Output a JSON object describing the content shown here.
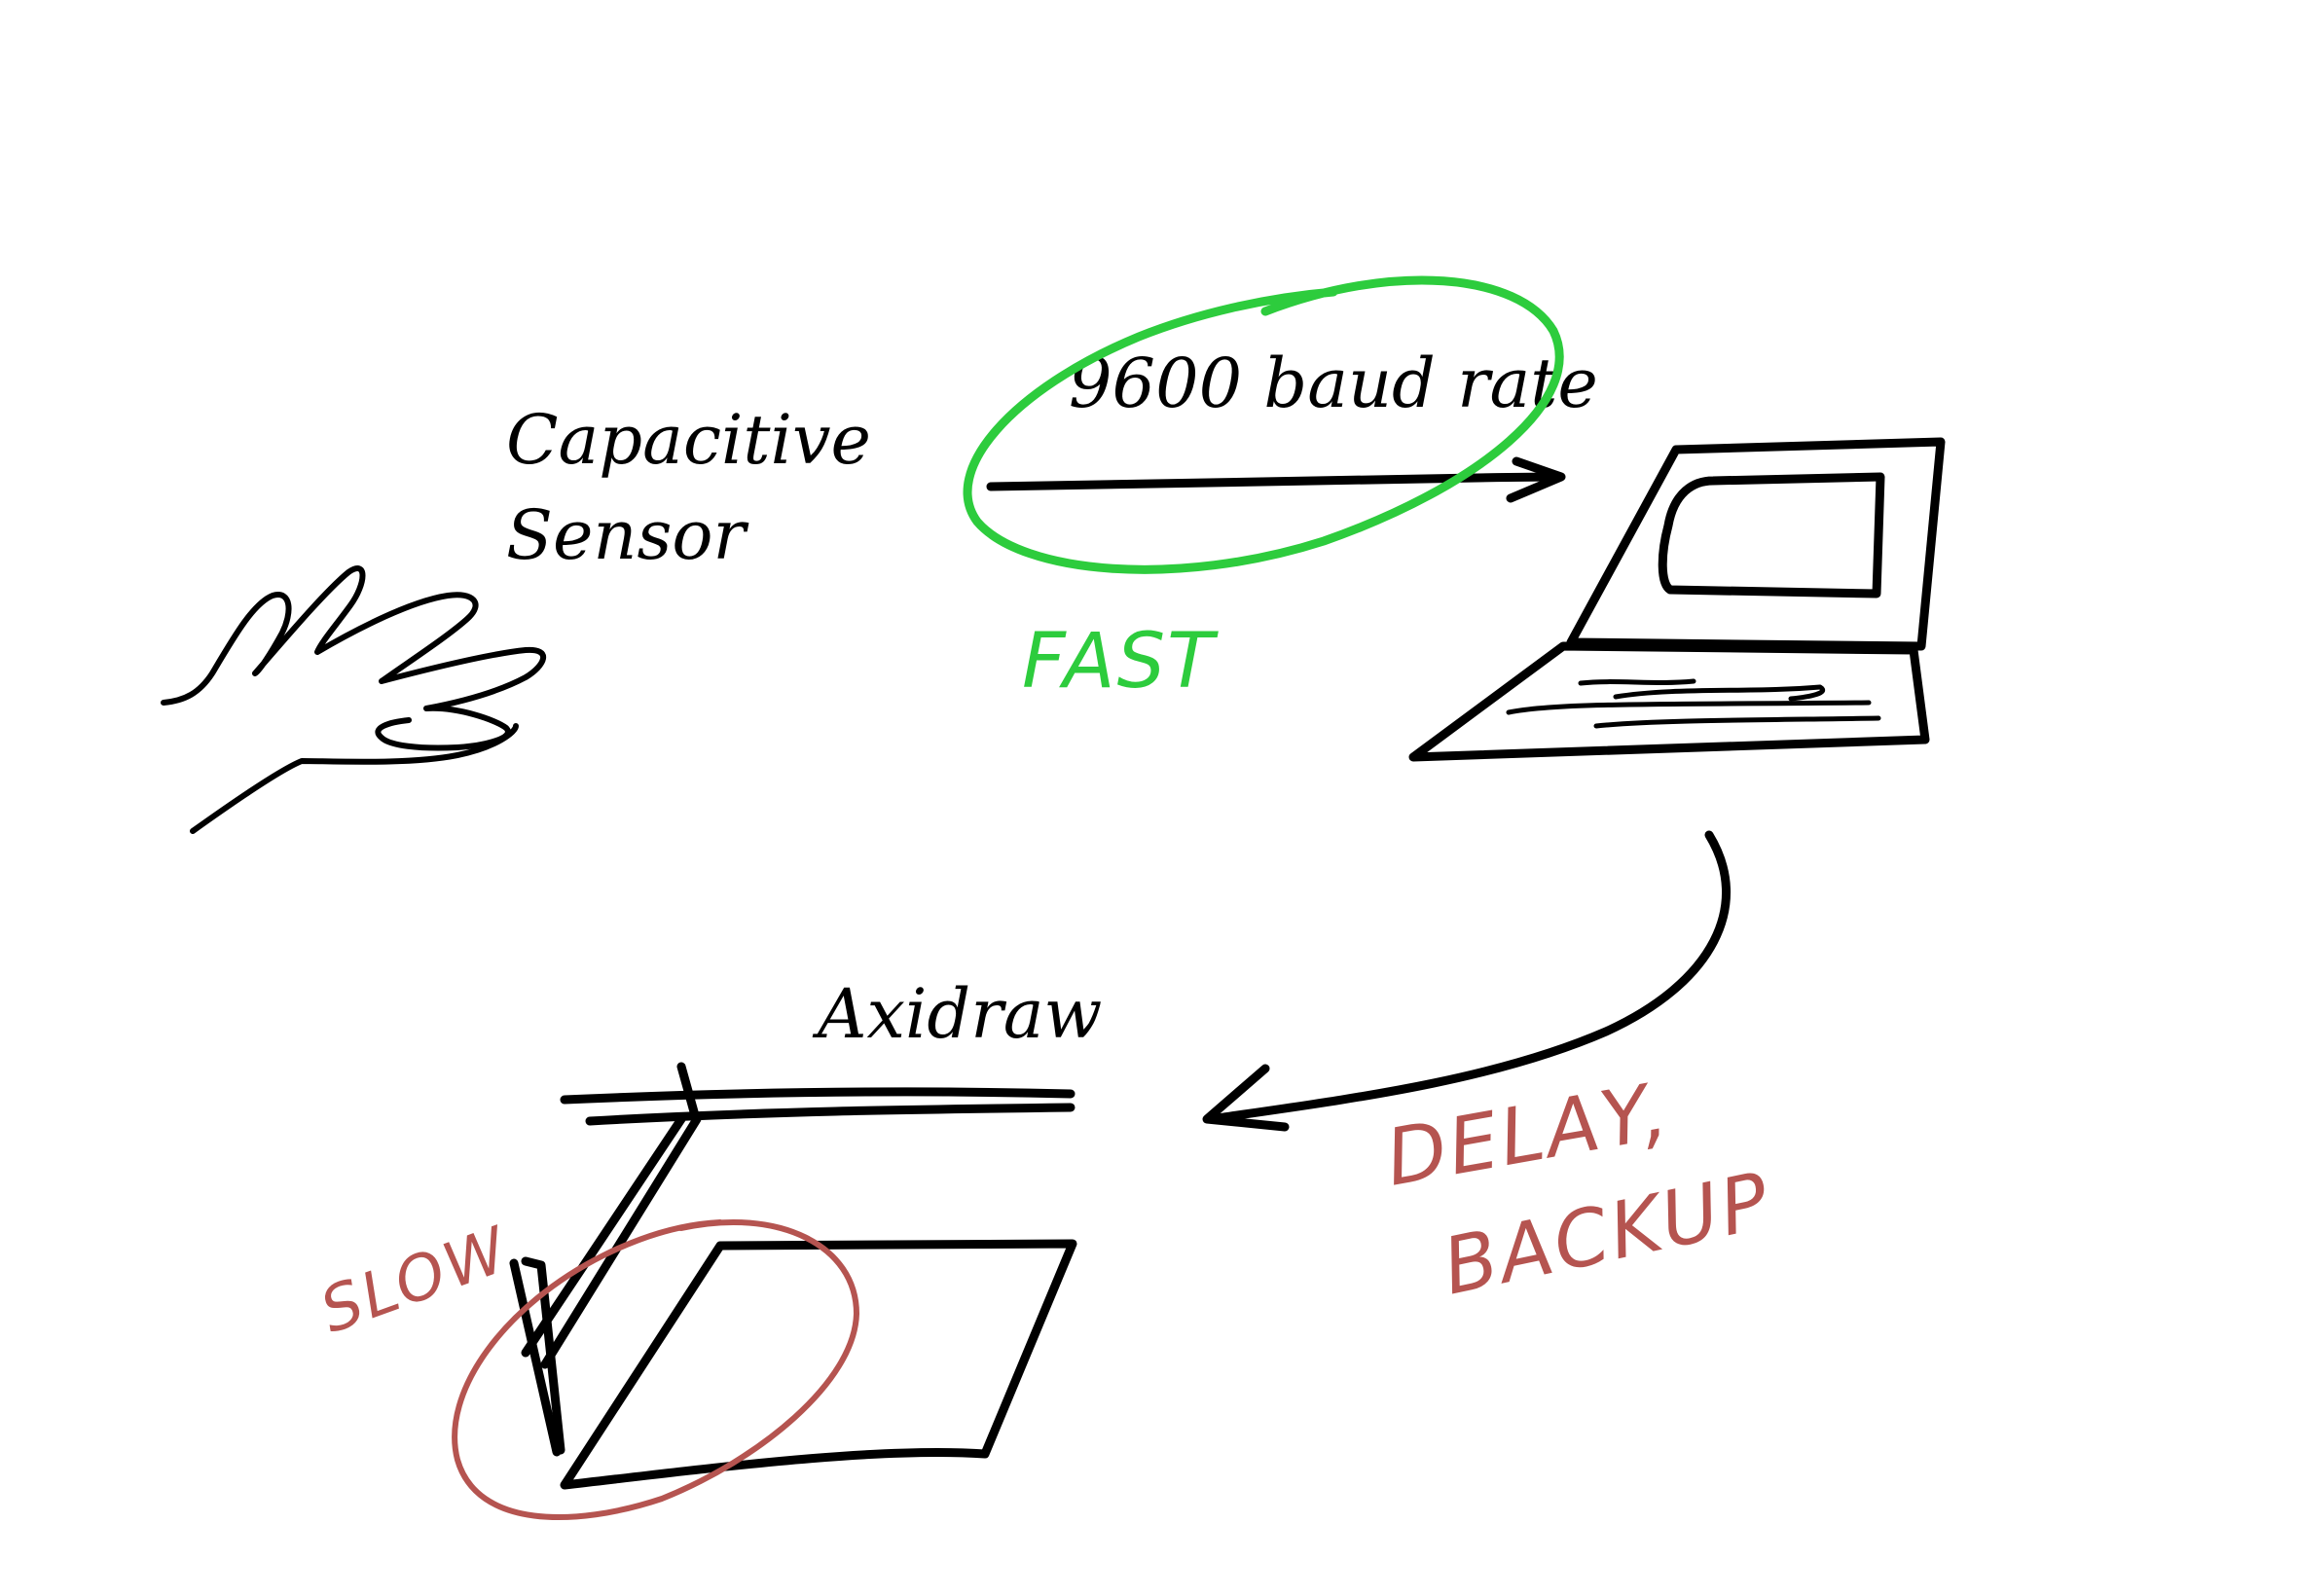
{
  "labels": {
    "capacitive_line1": "Capacitive",
    "capacitive_line2": "Sensor",
    "baud": "9600 baud rate",
    "fast": "FAST",
    "axidraw": "Axidraw",
    "slow": "SLOW",
    "delay_line1": "DELAY,",
    "delay_line2": "BACKUP"
  },
  "colors": {
    "ink": "#000000",
    "fast": "#2dcc3d",
    "slow_delay": "#b55450",
    "background": "#ffffff"
  },
  "icons": {
    "hand": "hand-icon",
    "laptop": "laptop-icon",
    "plotter": "plotter-icon"
  }
}
